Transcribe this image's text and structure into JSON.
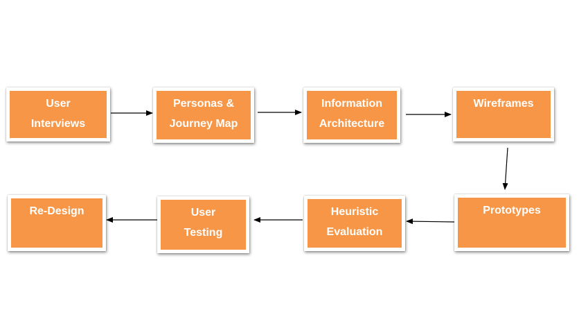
{
  "colors": {
    "box_fill": "#f79646",
    "box_text": "#ffffff",
    "arrow": "#000000"
  },
  "nodes": [
    {
      "id": "user-interviews",
      "label": "User\nInterviews"
    },
    {
      "id": "personas-journey-map",
      "label": "Personas &\nJourney Map"
    },
    {
      "id": "information-architecture",
      "label": "Information\nArchitecture"
    },
    {
      "id": "wireframes",
      "label": "Wireframes"
    },
    {
      "id": "prototypes",
      "label": "Prototypes"
    },
    {
      "id": "heuristic-evaluation",
      "label": "Heuristic\nEvaluation"
    },
    {
      "id": "user-testing",
      "label": "User\nTesting"
    },
    {
      "id": "re-design",
      "label": "Re-Design"
    }
  ],
  "edges": [
    {
      "from": "user-interviews",
      "to": "personas-journey-map"
    },
    {
      "from": "personas-journey-map",
      "to": "information-architecture"
    },
    {
      "from": "information-architecture",
      "to": "wireframes"
    },
    {
      "from": "wireframes",
      "to": "prototypes"
    },
    {
      "from": "prototypes",
      "to": "heuristic-evaluation"
    },
    {
      "from": "heuristic-evaluation",
      "to": "user-testing"
    },
    {
      "from": "user-testing",
      "to": "re-design"
    }
  ]
}
